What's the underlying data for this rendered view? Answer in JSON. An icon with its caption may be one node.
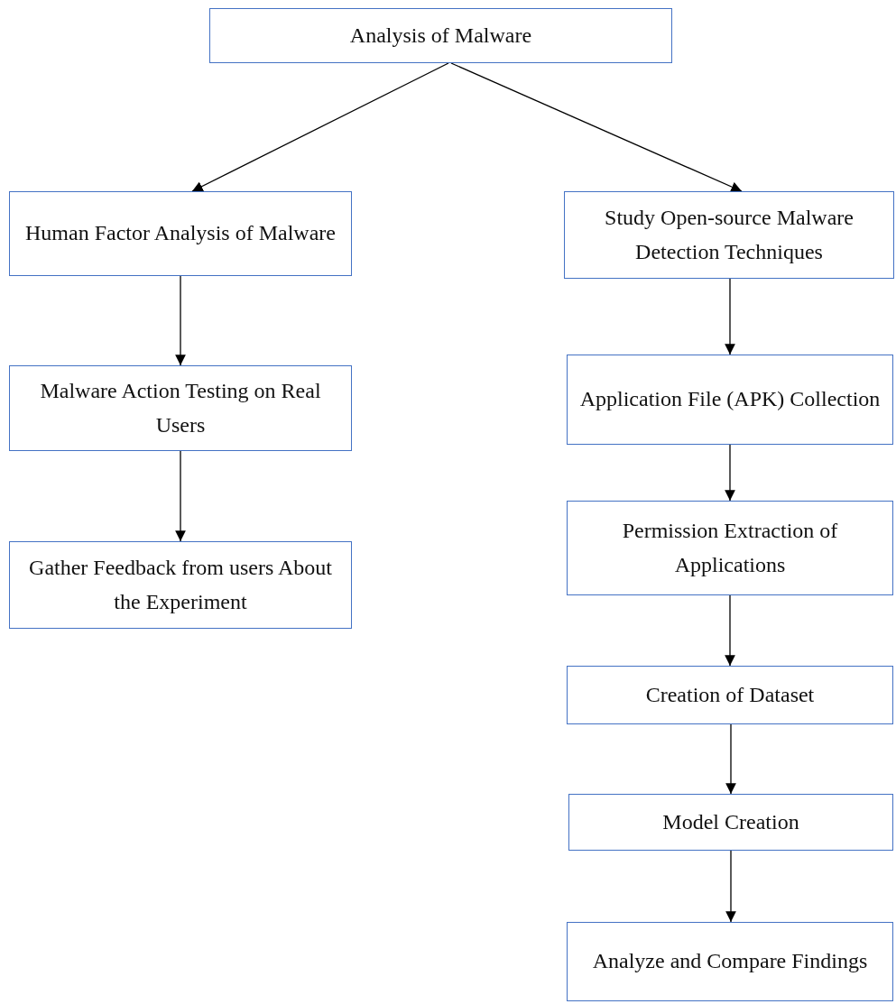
{
  "diagram": {
    "nodes": [
      {
        "text": [
          "Analysis of Malware"
        ]
      },
      {
        "text": [
          "Human Factor Analysis of Malware"
        ]
      },
      {
        "text": [
          "Study Open-source Malware Detection Techniques"
        ]
      },
      {
        "text": [
          "Malware Action Testing on Real Users"
        ]
      },
      {
        "text": [
          "Gather Feedback from users About the Experiment"
        ]
      },
      {
        "text": [
          "Application File (APK) Collection"
        ]
      },
      {
        "text": [
          "Permission Extraction of Applications"
        ]
      },
      {
        "text": [
          "Creation of Dataset"
        ]
      },
      {
        "text": [
          "Model Creation"
        ]
      },
      {
        "text": [
          "Analyze and Compare Findings"
        ]
      }
    ],
    "edges": [
      {
        "from": 0,
        "to": 1,
        "arrow": "to"
      },
      {
        "from": 0,
        "to": 2,
        "arrow": "to"
      },
      {
        "from": 1,
        "to": 3,
        "arrow": "to"
      },
      {
        "from": 3,
        "to": 4,
        "arrow": "to"
      },
      {
        "from": 2,
        "to": 5,
        "arrow": "to"
      },
      {
        "from": 5,
        "to": 6,
        "arrow": "to"
      },
      {
        "from": 6,
        "to": 7,
        "arrow": "to"
      },
      {
        "from": 7,
        "to": 8,
        "arrow": "to"
      },
      {
        "from": 8,
        "to": 9,
        "arrow": "to"
      }
    ]
  }
}
